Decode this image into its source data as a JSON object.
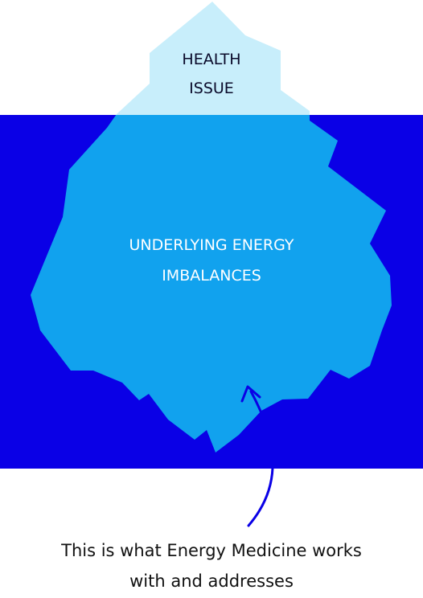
{
  "diagram": {
    "tip": {
      "line1": "HEALTH",
      "line2": "ISSUE"
    },
    "underwater": {
      "line1": "UNDERLYING ENERGY",
      "line2": "IMBALANCES"
    },
    "caption": {
      "line1": "This is what Energy Medicine works",
      "line2": "with and addresses"
    }
  },
  "colors": {
    "sky": "#ffffff",
    "water": "#0a00e6",
    "ice_above": "#c8eefb",
    "ice_below": "#11a2ee",
    "arrow": "#0a00e6",
    "caption_text": "#111111",
    "tip_text": "#0a0a2a",
    "underwater_text": "#ffffff"
  }
}
